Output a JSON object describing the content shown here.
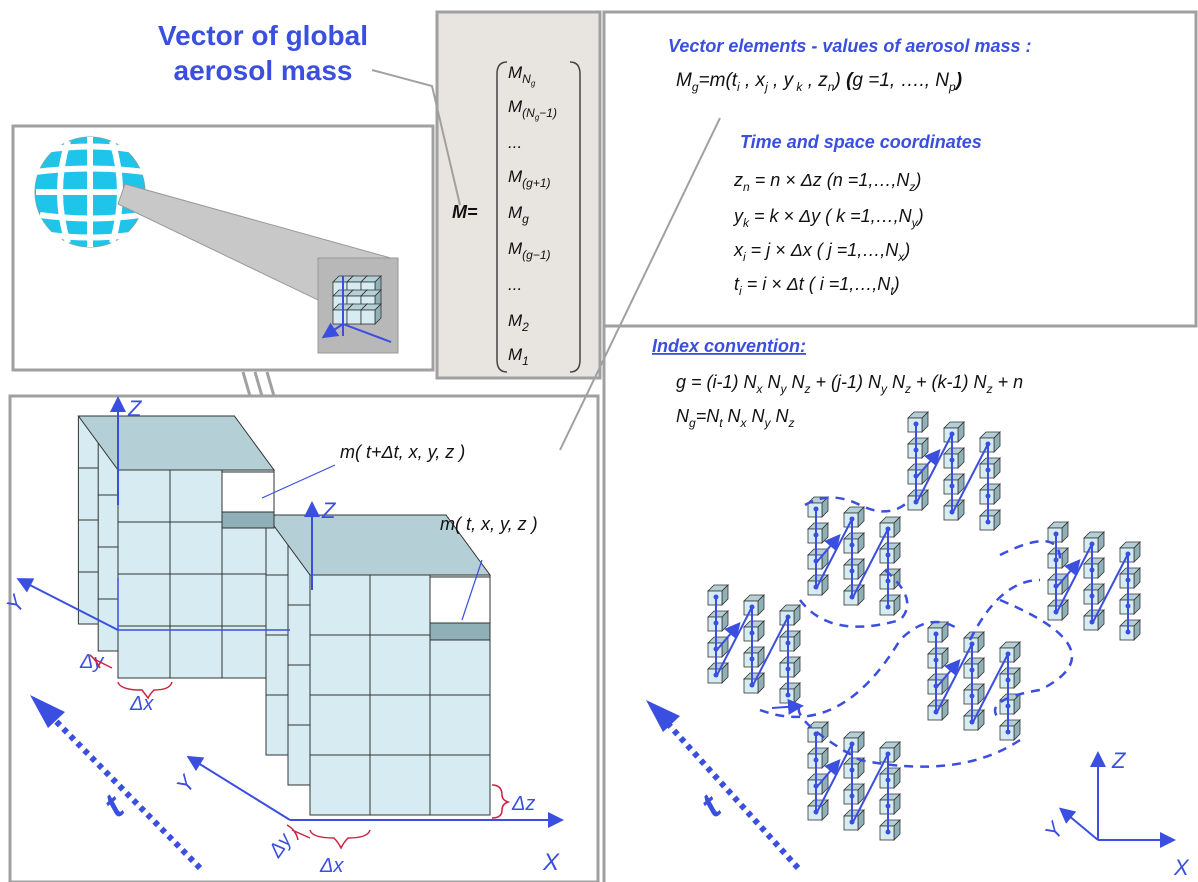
{
  "title_line1": "Vector of global",
  "title_line2": "aerosol mass",
  "matrix": {
    "lhs": "M=",
    "rows": [
      {
        "base": "M",
        "sub": "N",
        "subsub": "g"
      },
      {
        "base": "M",
        "sub": "(N",
        "subsub": "g",
        "tail": "−1)"
      },
      {
        "base": "...",
        "sub": ""
      },
      {
        "base": "M",
        "sub": "(g+1)"
      },
      {
        "base": "M",
        "sub": "g"
      },
      {
        "base": "M",
        "sub": "(g−1)"
      },
      {
        "base": "...",
        "sub": ""
      },
      {
        "base": "M",
        "sub": "2"
      },
      {
        "base": "M",
        "sub": "1"
      }
    ]
  },
  "elements": {
    "heading": "Vector elements - values of aerosol mass :",
    "formula": {
      "lhs_base": "M",
      "lhs_sub": "g",
      "text": "=m(t",
      "i": "i",
      "x": "x",
      "j": "j",
      "y": "y",
      "k": "k",
      "z": "z",
      "n": "n",
      "range": "(g =1, …., N",
      "p": "p"
    }
  },
  "coords": {
    "heading": "Time and space coordinates",
    "lines": [
      {
        "var": "z",
        "sub": "n",
        "expr": "= n × Δz  (n =1,…,N",
        "end": "z"
      },
      {
        "var": "y",
        "sub": "k",
        "expr": "= k × Δy  ( k =1,…,N",
        "end": "y"
      },
      {
        "var": "x",
        "sub": "i",
        "expr": "=  j × Δx  ( j =1,…,N",
        "end": "x"
      },
      {
        "var": "t",
        "sub": "i",
        "expr": "=  i × Δt  ( i =1,…,N",
        "end": "t"
      }
    ]
  },
  "index": {
    "heading": "Index convention:",
    "line1": "g = (i-1) N",
    "line2": "N",
    "sub_line1": [
      "x",
      "y",
      "z",
      "y",
      "z",
      "z"
    ],
    "line1_parts": [
      "g = (i-1) N",
      "N",
      "N",
      " + (j-1) N",
      "N",
      " + (k-1) N",
      " + n"
    ],
    "line2_parts": [
      "N",
      "=N",
      "N",
      "N",
      "N"
    ],
    "line2_subs": [
      "g",
      "t",
      "x",
      "y",
      "z"
    ]
  },
  "cube_labels": {
    "m_t_dt": "m( t+Δt, x, y, z )",
    "m_t": "m( t, x, y, z )"
  },
  "axis_labels": {
    "Z": "Z",
    "Y": "Y",
    "X": "X",
    "t": "t",
    "dx": "Δx",
    "dy": "Δy",
    "dz": "Δz"
  },
  "colors": {
    "accent": "#3a4fe0",
    "cube_face": "#d7ecf2",
    "cube_top": "#b4d0d6",
    "cube_dark": "#8fb0b6",
    "globe": "#1ec4ea",
    "panel_bg": "#e8e4e0",
    "frame": "#a0a0a0"
  }
}
